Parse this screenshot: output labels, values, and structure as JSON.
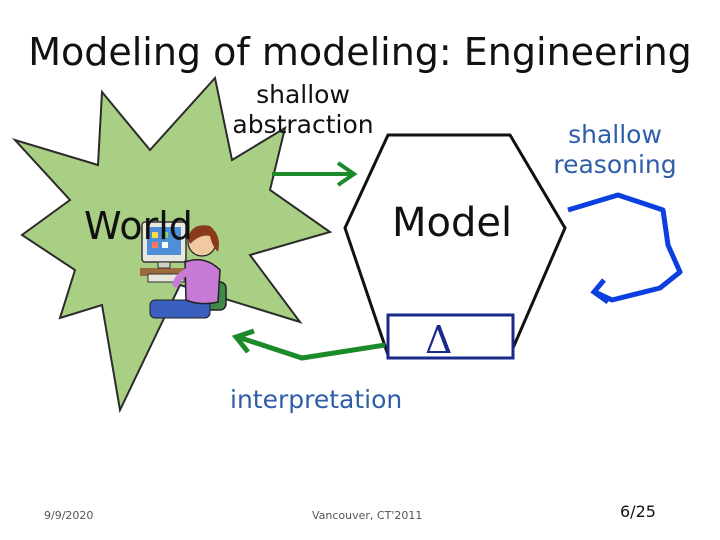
{
  "slide": {
    "title": "Modeling of modeling: Engineering",
    "labels": {
      "shallow_abstraction_line1": "shallow",
      "shallow_abstraction_line2": "abstraction",
      "shallow_reasoning_line1": "shallow",
      "shallow_reasoning_line2": "reasoning",
      "world": "World",
      "model": "Model",
      "delta": "Δ",
      "interpretation": "interpretation"
    },
    "footer": {
      "date": "9/9/2020",
      "venue": "Vancouver, CT'2011",
      "page": "6/25"
    }
  },
  "colors": {
    "world_fill": "#a9cf84",
    "world_stroke": "#2b2b2b",
    "arrow_green": "#1b8a2a",
    "arrow_blue": "#0c3fe0",
    "delta_box": "#1a2a8a",
    "text_blue": "#2f5ea8"
  },
  "icons": [
    "computer-user-clipart-icon"
  ]
}
